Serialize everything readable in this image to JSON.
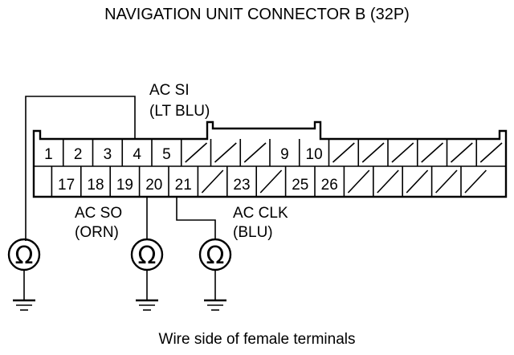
{
  "title": "NAVIGATION UNIT CONNECTOR B (32P)",
  "caption": "Wire side of female terminals",
  "ohm_symbol": "Ω",
  "labels": {
    "ac_si_name": "AC SI",
    "ac_si_color": "(LT BLU)",
    "ac_so_name": "AC SO",
    "ac_so_color": "(ORN)",
    "ac_clk_name": "AC CLK",
    "ac_clk_color": "(BLU)"
  },
  "pins_top": [
    "1",
    "2",
    "3",
    "4",
    "5",
    "",
    "",
    "",
    "9",
    "10",
    "",
    "",
    "",
    "",
    "",
    ""
  ],
  "pins_bottom": [
    "",
    "17",
    "18",
    "19",
    "20",
    "21",
    "",
    "23",
    "",
    "25",
    "26",
    "",
    "",
    "",
    "",
    ""
  ]
}
